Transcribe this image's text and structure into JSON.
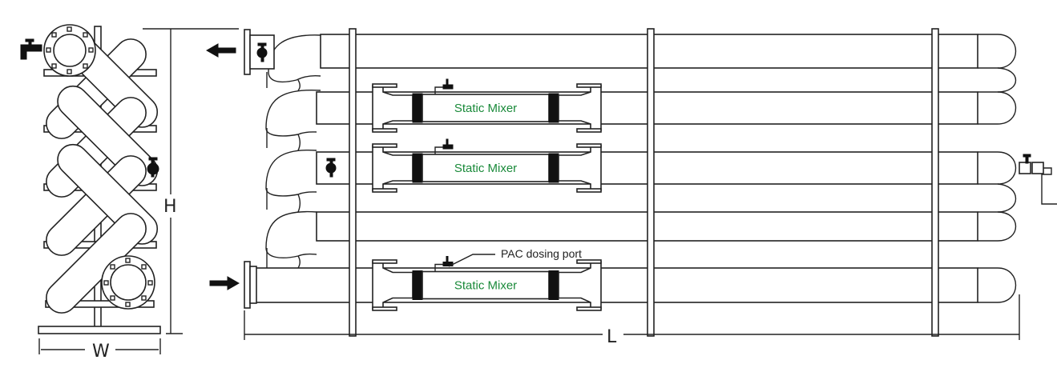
{
  "diagram": {
    "mixers": [
      {
        "label": "Static Mixer"
      },
      {
        "label": "Static Mixer"
      },
      {
        "label": "Static Mixer"
      }
    ],
    "dosing_port_label": "PAC dosing port",
    "dimensions": {
      "height": "H",
      "width": "W",
      "length": "L"
    },
    "colors": {
      "mixer_text": "#1a8a3a",
      "line": "#222222"
    }
  }
}
